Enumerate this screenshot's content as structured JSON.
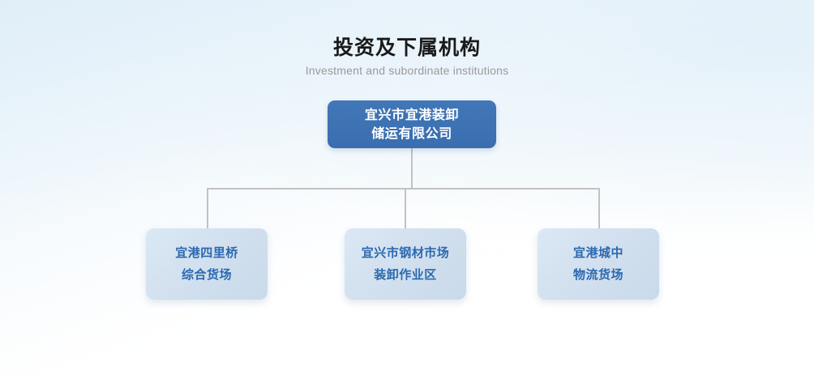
{
  "heading": {
    "title": "投资及下属机构",
    "subtitle": "Investment and subordinate institutions"
  },
  "colors": {
    "root_node_bg": "#3d72b4",
    "root_node_text": "#ffffff",
    "child_node_bg": "#d2e0ef",
    "child_node_text": "#2b69af",
    "connector": "#c2c2c2",
    "title_text": "#1a1a1a",
    "subtitle_text": "#9a9a9a",
    "background_top": "#eef5fb",
    "background_bottom": "#ffffff"
  },
  "chart_data": {
    "type": "diagram",
    "diagram_type": "organization-tree",
    "title": "投资及下属机构",
    "subtitle": "Investment and subordinate institutions",
    "orientation": "top-down",
    "levels": 2,
    "root": {
      "id": "root",
      "lines": [
        "宜兴市宜港装卸",
        "储运有限公司"
      ],
      "full_text": "宜兴市宜港装卸储运有限公司"
    },
    "children": [
      {
        "id": "child-0",
        "lines": [
          "宜港四里桥",
          "综合货场"
        ],
        "full_text": "宜港四里桥综合货场",
        "parent": "root"
      },
      {
        "id": "child-1",
        "lines": [
          "宜兴市钢材市场",
          "装卸作业区"
        ],
        "full_text": "宜兴市钢材市场装卸作业区",
        "parent": "root"
      },
      {
        "id": "child-2",
        "lines": [
          "宜港城中",
          "物流货场"
        ],
        "full_text": "宜港城中物流货场",
        "parent": "root"
      }
    ],
    "edges": [
      {
        "from": "root",
        "to": "child-0"
      },
      {
        "from": "root",
        "to": "child-1"
      },
      {
        "from": "root",
        "to": "child-2"
      }
    ]
  }
}
